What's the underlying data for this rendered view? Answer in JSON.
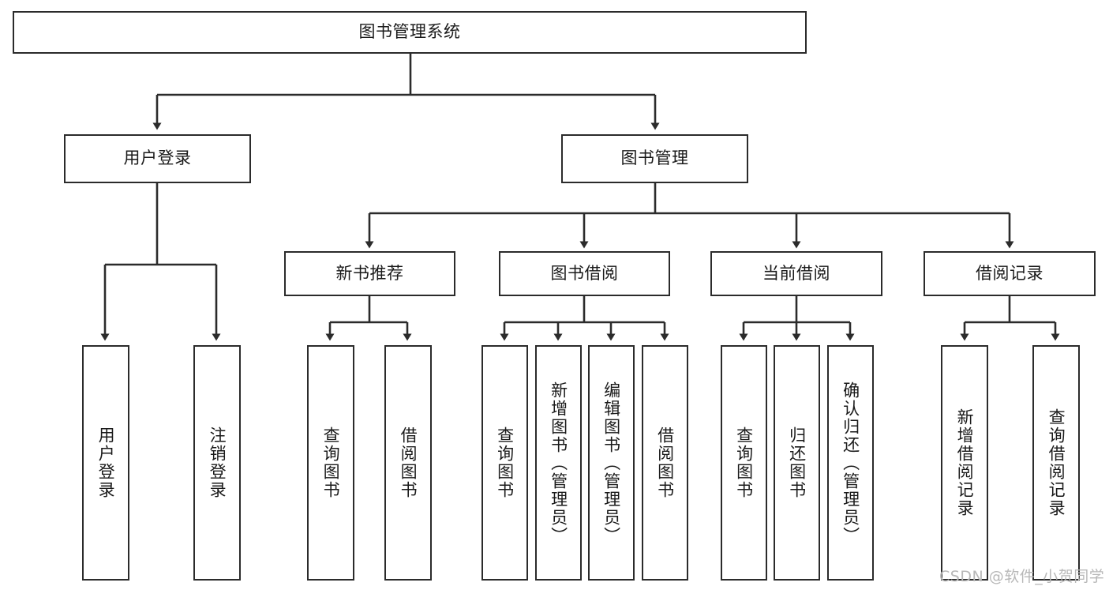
{
  "diagram": {
    "type": "tree-hierarchy-flowchart",
    "title": "图书管理系统",
    "colors": {
      "box_border": "#2b2b2b",
      "box_fill": "#ffffff",
      "connector": "#2b2b2b",
      "text": "#1a1a1a",
      "watermark": "#b8b8b8",
      "background": "#ffffff"
    },
    "root": {
      "label": "图书管理系统"
    },
    "level1": [
      {
        "label": "用户登录"
      },
      {
        "label": "图书管理"
      }
    ],
    "level2": [
      {
        "label": "新书推荐"
      },
      {
        "label": "图书借阅"
      },
      {
        "label": "当前借阅"
      },
      {
        "label": "借阅记录"
      }
    ],
    "leaves": {
      "user_login": [
        {
          "label": "用户登录"
        },
        {
          "label": "注销登录"
        }
      ],
      "new_book_recommend": [
        {
          "label": "查询图书"
        },
        {
          "label": "借阅图书"
        }
      ],
      "book_borrow": [
        {
          "label": "查询图书"
        },
        {
          "label": "新增图书（管理员）"
        },
        {
          "label": "编辑图书（管理员）"
        },
        {
          "label": "借阅图书"
        }
      ],
      "current_borrow": [
        {
          "label": "查询图书"
        },
        {
          "label": "归还图书"
        },
        {
          "label": "确认归还（管理员）"
        }
      ],
      "borrow_record": [
        {
          "label": "新增借阅记录"
        },
        {
          "label": "查询借阅记录"
        }
      ]
    },
    "watermark": "CSDN @软件_小贺同学"
  }
}
